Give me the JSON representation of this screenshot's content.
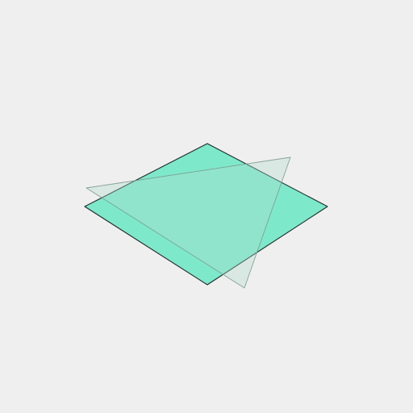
{
  "scene": {
    "background_color": "#efefef",
    "shapes": [
      {
        "name": "square-plane",
        "kind": "rhombus",
        "fill_color": "#7ee8cb",
        "stroke_color": "#1e2a26",
        "opacity": 1
      },
      {
        "name": "triangle-plane",
        "kind": "triangle",
        "fill_color": "#b4dccd",
        "stroke_color": "#7a9a90",
        "opacity": 0.35
      }
    ]
  }
}
